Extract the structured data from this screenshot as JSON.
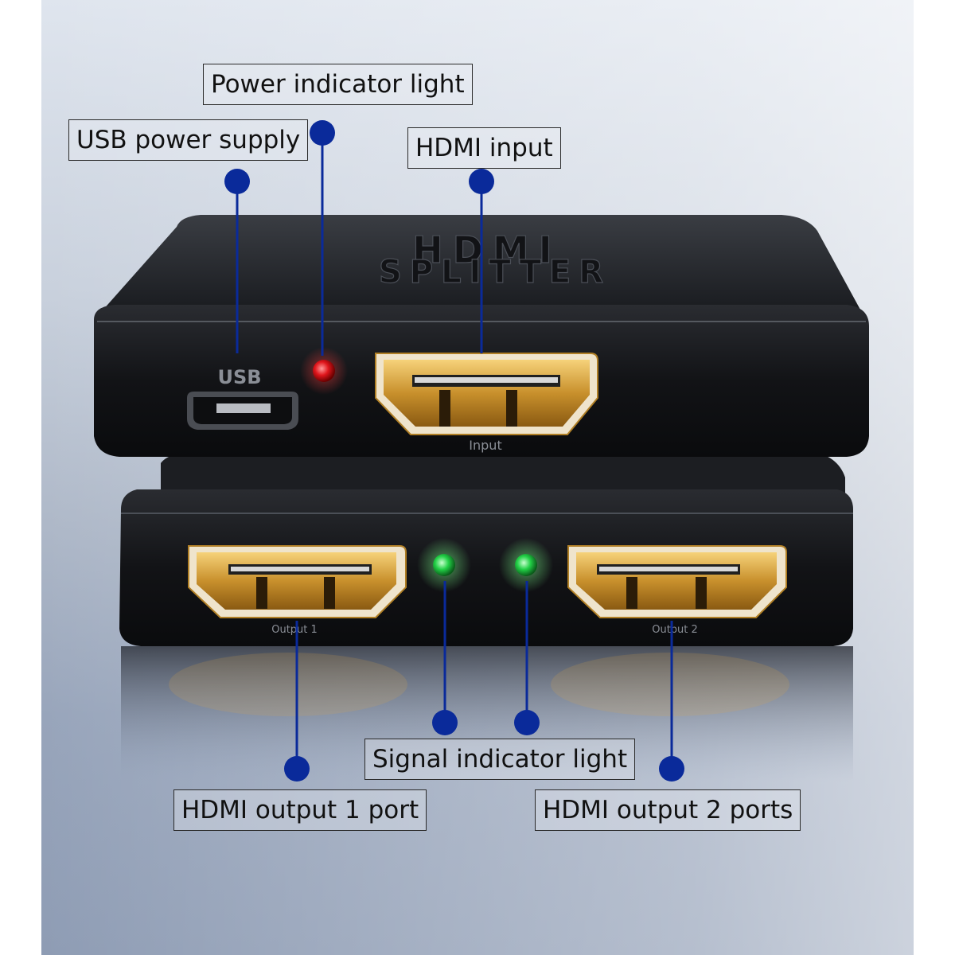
{
  "device": {
    "top_engraving_line1": "HDMI",
    "top_engraving_line2": "SPLITTER",
    "usb_port_text": "USB",
    "input_port_text": "Input",
    "output1_port_text": "Output 1",
    "output2_port_text": "Output 2"
  },
  "callouts": {
    "power_indicator": "Power indicator light",
    "usb_power": "USB power supply",
    "hdmi_input": "HDMI input",
    "signal_indicator": "Signal indicator light",
    "hdmi_output1": "HDMI output 1 port",
    "hdmi_output2": "HDMI output 2 ports"
  },
  "colors": {
    "callout_line": "#0a2a9a",
    "power_led": "#e0161c",
    "signal_led": "#22d046",
    "gold": "#d4a23a"
  }
}
